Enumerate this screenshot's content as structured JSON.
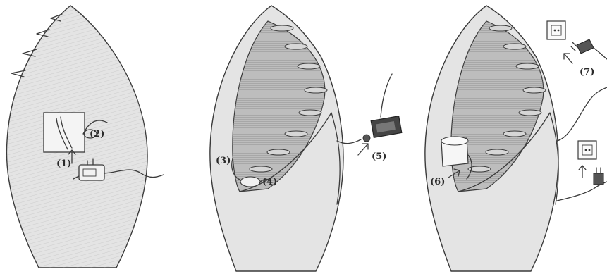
{
  "steps": [
    {
      "id": "1",
      "label": "(1)"
    },
    {
      "id": "2",
      "label": "(2)"
    },
    {
      "id": "3",
      "label": "(3)"
    },
    {
      "id": "4",
      "label": "(4)"
    },
    {
      "id": "5",
      "label": "(5)"
    },
    {
      "id": "6",
      "label": "(6)"
    },
    {
      "id": "7",
      "label": "(7)"
    }
  ],
  "colors": {
    "paper": "#ffffff",
    "vase_fill": "#e4e4e4",
    "vase_inner": "#bdbdbd",
    "ink": "#3a3a3a"
  },
  "icons": [
    "pump-icon",
    "power-adapter-icon",
    "wall-socket-icon",
    "plug-icon",
    "arrow-icon",
    "light-housing-icon"
  ]
}
